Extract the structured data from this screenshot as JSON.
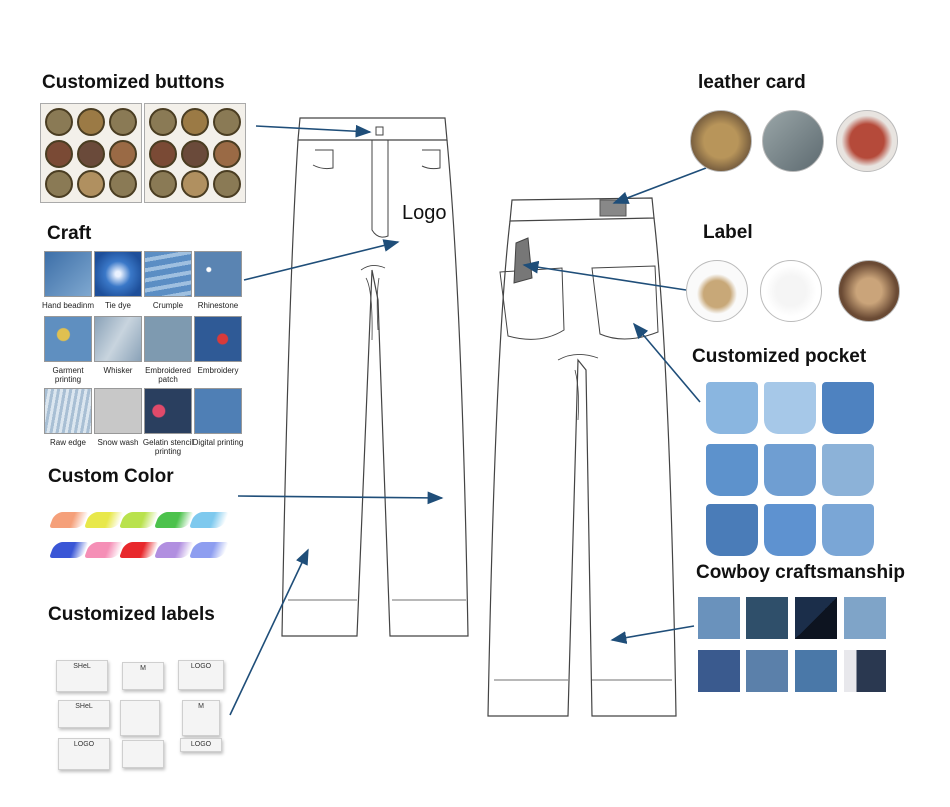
{
  "sections": {
    "buttons": {
      "title": "Customized buttons"
    },
    "craft": {
      "title": "Craft",
      "items": [
        "Hand beadinm",
        "Tie dye",
        "Crumple",
        "Rhinestone",
        "Garment printing",
        "Whisker",
        "Embroidered patch",
        "Embroidery",
        "Raw edge",
        "Snow wash",
        "Gelatin stencil printing",
        "Digital printing"
      ]
    },
    "color": {
      "title": "Custom Color",
      "swatches": [
        "#f5a07a",
        "#e8e84a",
        "#b9e24d",
        "#4cc24c",
        "#7ec9ee",
        "#3a56d6",
        "#f58fb6",
        "#e8282c",
        "#b18fe0",
        "#8e9ef0"
      ]
    },
    "labels": {
      "title": "Customized labels",
      "tag_texts": [
        "SHeL",
        "LOGO",
        "SHeL",
        "LOGO",
        "LOGO",
        "M",
        "M"
      ]
    },
    "logo": {
      "text": "Logo"
    },
    "leather": {
      "title": "leather card"
    },
    "label": {
      "title": "Label"
    },
    "pocket": {
      "title": "Customized pocket"
    },
    "cowboy": {
      "title": "Cowboy craftsmanship"
    }
  }
}
